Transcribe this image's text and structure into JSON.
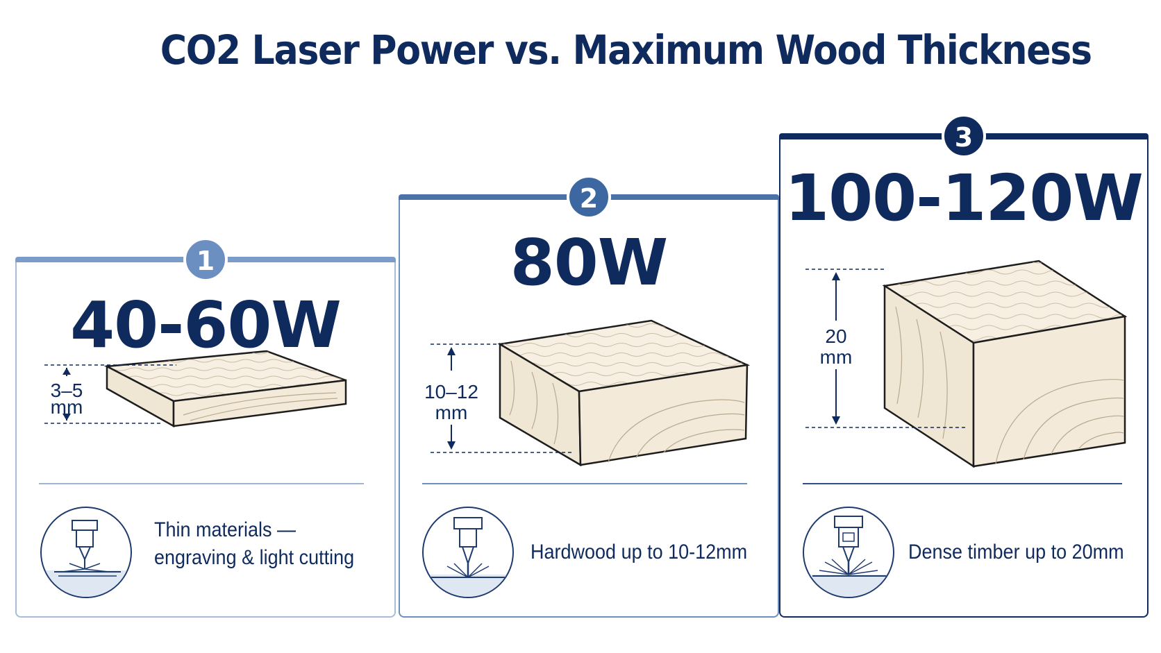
{
  "title": "CO2 Laser Power vs. Maximum Wood Thickness",
  "cards": [
    {
      "number": "1",
      "power": "40-60W",
      "thickness_line1": "3–5",
      "thickness_line2": "mm",
      "desc_line1": "Thin materials —",
      "desc_line2": "engraving & light cutting"
    },
    {
      "number": "2",
      "power": "80W",
      "thickness_line1": "10–12",
      "thickness_line2": "mm",
      "desc_line1": "Hardwood up to 10-12mm"
    },
    {
      "number": "3",
      "power": "100-120W",
      "thickness_line1": "20",
      "thickness_line2": "mm",
      "desc_line1": "Dense timber up to 20mm"
    }
  ],
  "colors": {
    "navy": "#0f2a5c",
    "tier1": "#6b8fc0",
    "tier2": "#3c67a1",
    "tier3": "#0f2a5c",
    "wood": "#f6efe2"
  },
  "icons": [
    "laser-head-icon"
  ]
}
